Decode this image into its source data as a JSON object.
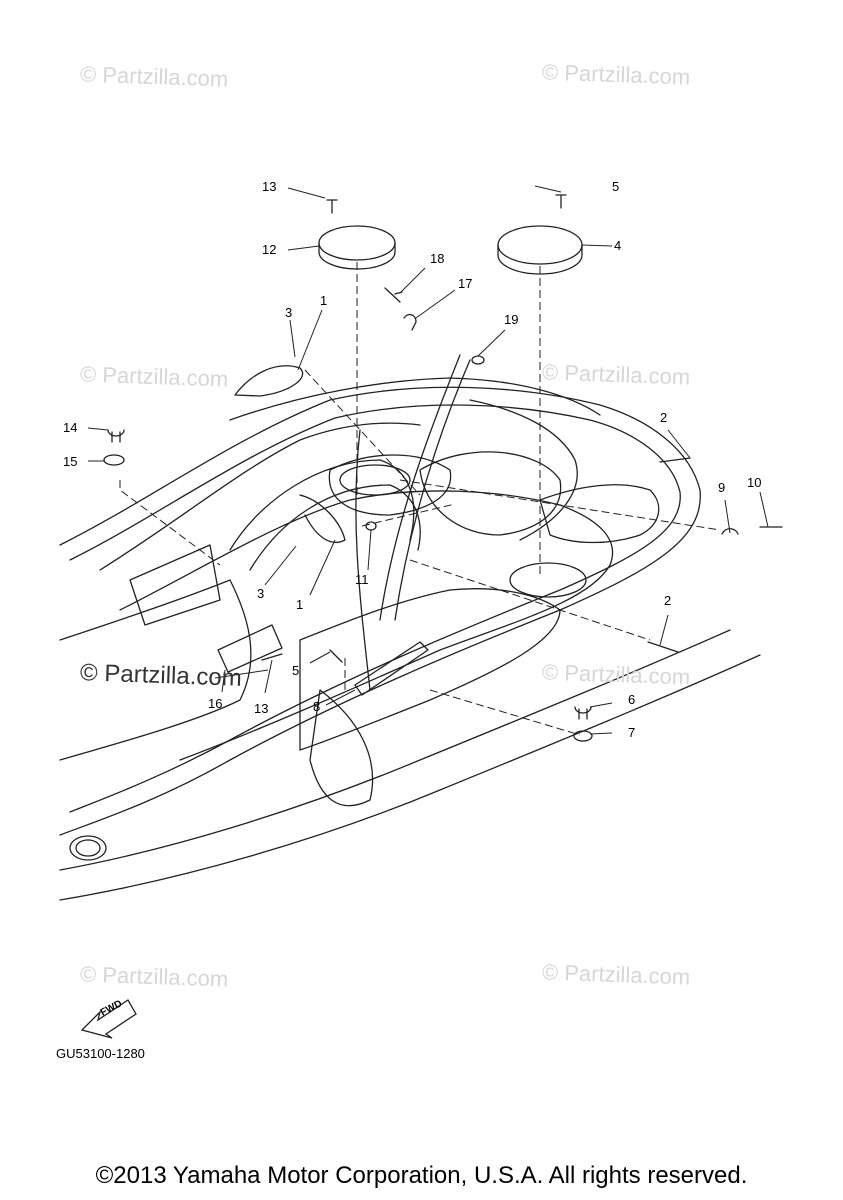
{
  "watermarks": [
    "© Partzilla.com",
    "© Partzilla.com",
    "© Partzilla.com",
    "© Partzilla.com",
    "© Partzilla.com",
    "© Partzilla.com",
    "© Partzilla.com",
    "© Partzilla.com"
  ],
  "main_watermark": "© Partzilla.com",
  "callouts": [
    "13",
    "12",
    "5",
    "4",
    "18",
    "17",
    "3",
    "1",
    "19",
    "14",
    "15",
    "2",
    "9",
    "10",
    "11",
    "3",
    "1",
    "2",
    "16",
    "13",
    "5",
    "8",
    "6",
    "7"
  ],
  "figure_code": "GU53100-1280",
  "fwd_label": "FWD",
  "copyright": "©2013 Yamaha Motor Corporation, U.S.A. All rights reserved."
}
